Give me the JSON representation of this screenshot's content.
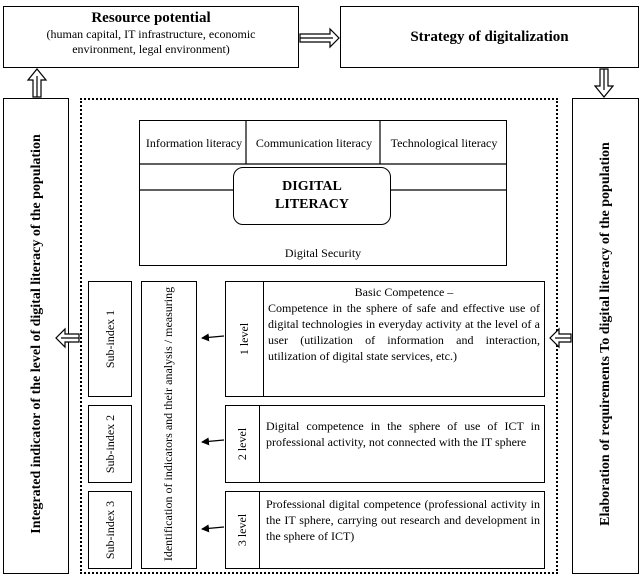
{
  "resource": {
    "title": "Resource potential",
    "subtitle": "(human capital, IT infrastructure, economic environment, legal environment)"
  },
  "strategy": {
    "title": "Strategy of digitalization"
  },
  "integrated": {
    "label": "Integrated indicator of the level of digital literacy of the population"
  },
  "elaboration": {
    "label": "Elaboration of requirements To digital literacy of the population"
  },
  "literacy": {
    "information": "Information literacy",
    "communication": "Communication literacy",
    "technological": "Technological literacy",
    "center": "DIGITAL LITERACY",
    "security": "Digital Security"
  },
  "subindex": [
    "Sub-index 1",
    "Sub-index 2",
    "Sub-index 3"
  ],
  "identification": {
    "label": "Identification of indicators and their analysis / measuring"
  },
  "levels": [
    {
      "label": "1 level",
      "title": "Basic Competence –",
      "text": "Competence in the sphere of safe and effective use of digital technologies in everyday activity at the level of a user (utilization of information and interaction, utilization of digital state services, etc.)"
    },
    {
      "label": "2 level",
      "title": "",
      "text": "Digital competence in the sphere of use of ICT in professional activity, not connected with the IT sphere"
    },
    {
      "label": "3 level",
      "title": "",
      "text": "Professional digital competence (professional activity in the IT sphere, carrying out research and development in the sphere of ICT)"
    }
  ]
}
